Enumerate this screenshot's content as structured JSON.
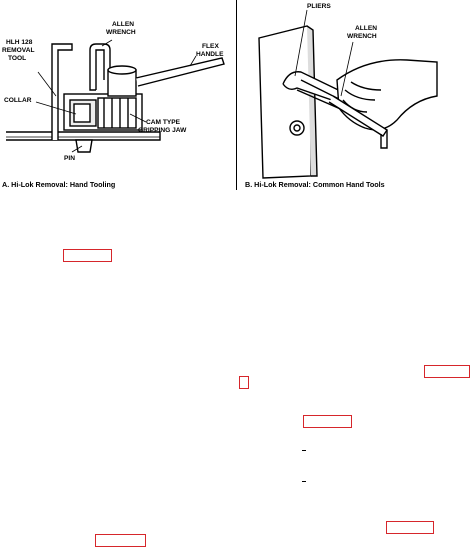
{
  "figure_a": {
    "labels": {
      "allen_wrench_1": "ALLEN",
      "allen_wrench_2": "WRENCH",
      "flex_handle_1": "FLEX",
      "flex_handle_2": "HANDLE",
      "tool_1": "HLH 128",
      "tool_2": "REMOVAL",
      "tool_3": "TOOL",
      "collar": "COLLAR",
      "cam_jaw_1": "CAM TYPE",
      "cam_jaw_2": "GRIPPING JAW",
      "pin": "PIN"
    },
    "caption": "A.  Hi-Lok  Removal: Hand Tooling"
  },
  "figure_b": {
    "labels": {
      "pliers": "PLIERS",
      "allen_wrench_1": "ALLEN",
      "allen_wrench_2": "WRENCH"
    },
    "caption": "B.  Hi-Lok  Removal: Common Hand Tools"
  },
  "highlight_color": "#d6262b"
}
